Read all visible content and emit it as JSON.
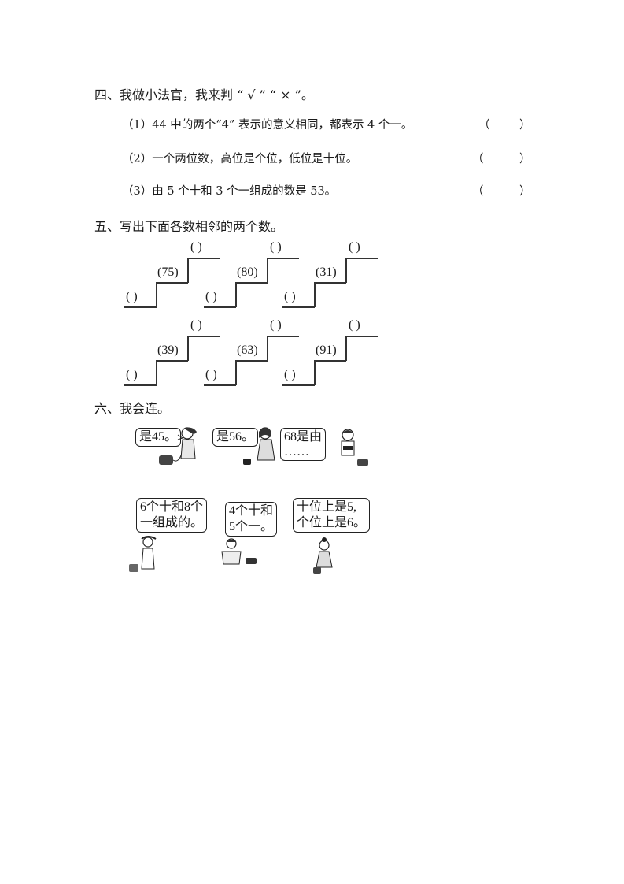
{
  "section4": {
    "title": "四、我做小法官，我来判 “ √ ” “ × ”。",
    "items": [
      {
        "text": "（1）44 中的两个“4” 表示的意义相同，都表示 4 个一。",
        "open": "（",
        "close": "）"
      },
      {
        "text": "（2）一个两位数，高位是个位，低位是十位。",
        "open": "（",
        "close": "）"
      },
      {
        "text": "（3）由 5 个十和 3 个一组成的数是 53。",
        "open": "（",
        "close": "）"
      }
    ]
  },
  "section5": {
    "title": "五、写出下面各数相邻的两个数。",
    "blank": "(   )",
    "stairs": [
      {
        "middle": "(75)"
      },
      {
        "middle": "(80)"
      },
      {
        "middle": "(31)"
      },
      {
        "middle": "(39)"
      },
      {
        "middle": "(63)"
      },
      {
        "middle": "(91)"
      }
    ]
  },
  "section6": {
    "title": "六、我会连。",
    "top_bubbles": [
      {
        "line1": "是45。",
        "line2": ""
      },
      {
        "line1": "是56。",
        "line2": ""
      },
      {
        "line1": "68是由",
        "line2": "……"
      }
    ],
    "bottom_bubbles": [
      {
        "line1": "6个十和8个",
        "line2": "一组成的。"
      },
      {
        "line1": "4个十和",
        "line2": "5个一。"
      },
      {
        "line1": "十位上是5,",
        "line2": "个位上是6。"
      }
    ]
  }
}
